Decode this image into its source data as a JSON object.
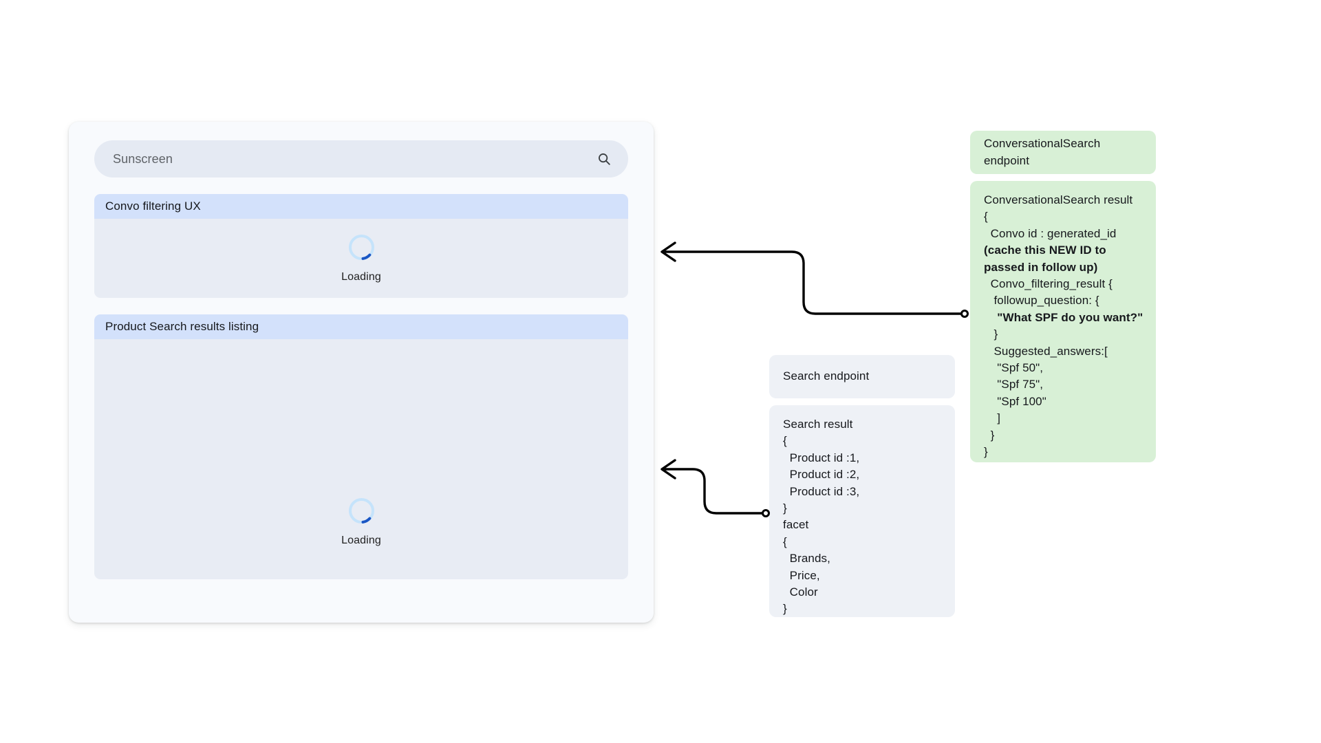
{
  "app": {
    "search": {
      "value": "Sunscreen",
      "placeholder": "Sunscreen",
      "icon": "search-icon"
    },
    "sections": [
      {
        "title": "Convo filtering UX",
        "state_label": "Loading",
        "spinner": "loading-spinner"
      },
      {
        "title": "Product Search results listing",
        "state_label": "Loading",
        "spinner": "loading-spinner"
      }
    ]
  },
  "annotations": {
    "search_endpoint": {
      "label": "Search endpoint"
    },
    "search_result": {
      "title": "Search result",
      "lines": [
        "{",
        "  Product id :1,",
        "  Product id :2,",
        "  Product id :3,",
        "}",
        "facet",
        "{",
        "  Brands,",
        "  Price,",
        "  Color",
        "}"
      ]
    },
    "conversational_endpoint": {
      "label": "ConversationalSearch endpoint"
    },
    "conversational_result": {
      "title": "ConversationalSearch result",
      "line_open": "{",
      "convo_id_prefix": "  Convo id : generated_id ",
      "convo_id_note": "(cache this NEW ID to passed in follow up)",
      "lines_after": [
        "  Convo_filtering_result {",
        "   followup_question: {"
      ],
      "followup_question": "    \"What SPF do you want?\"",
      "lines_tail": [
        "   }",
        "   Suggested_answers:[",
        "    \"Spf 50\",",
        "    \"Spf 75\",",
        "    \"Spf 100\"",
        "    ]",
        "  }",
        "}"
      ]
    }
  },
  "colors": {
    "panel_green": "#d8f0d6",
    "panel_grey": "#eef1f6",
    "section_header_blue": "#d3e1fb",
    "section_body_blue": "#e8ecf4",
    "search_bar": "#e5eaf3",
    "spinner_track": "#c5e3fb",
    "spinner_arc": "#1a56c4",
    "connector": "#000000"
  }
}
